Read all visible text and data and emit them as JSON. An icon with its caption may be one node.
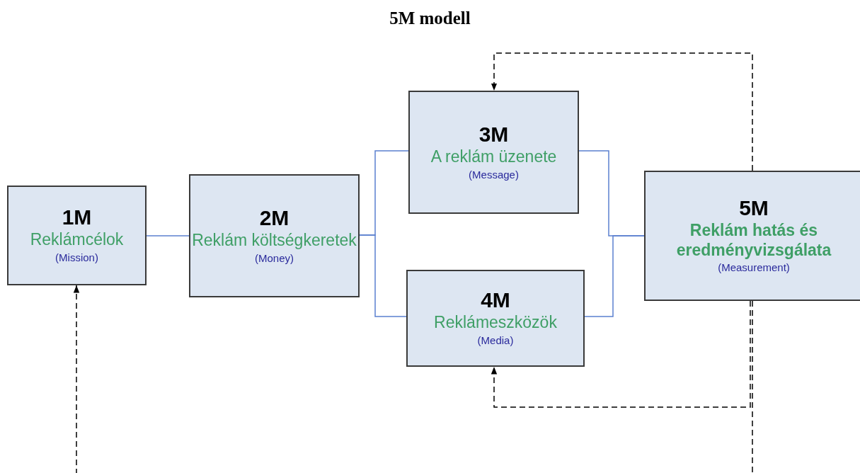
{
  "diagram": {
    "title": "5M modell",
    "nodes": [
      {
        "text": [
          "1M",
          "Reklámcélok",
          "(Mission)"
        ]
      },
      {
        "text": [
          "2M",
          "Reklám költségkeretek",
          "(Money)"
        ]
      },
      {
        "text": [
          "3M",
          "A reklám üzenete",
          "(Message)"
        ]
      },
      {
        "text": [
          "4M",
          "Reklámeszközök",
          "(Media)"
        ]
      },
      {
        "text": [
          "5M",
          "Reklám hatás és eredményvizsgálata",
          "(Measurement)"
        ]
      }
    ],
    "edges": [
      {
        "from": 0,
        "to": 1,
        "arrow": "none"
      },
      {
        "from": 1,
        "to": 2,
        "arrow": "none"
      },
      {
        "from": 1,
        "to": 3,
        "arrow": "none"
      },
      {
        "from": 2,
        "to": 4,
        "arrow": "none"
      },
      {
        "from": 3,
        "to": 4,
        "arrow": "none"
      },
      {
        "from": 4,
        "to": 2,
        "arrow": "to",
        "style": "dashed",
        "color": "#000000"
      },
      {
        "from": 4,
        "to": 3,
        "arrow": "to",
        "style": "dashed",
        "color": "#000000"
      },
      {
        "from": 4,
        "to": 0,
        "arrow": "to",
        "style": "dashed",
        "color": "#000000"
      }
    ]
  }
}
